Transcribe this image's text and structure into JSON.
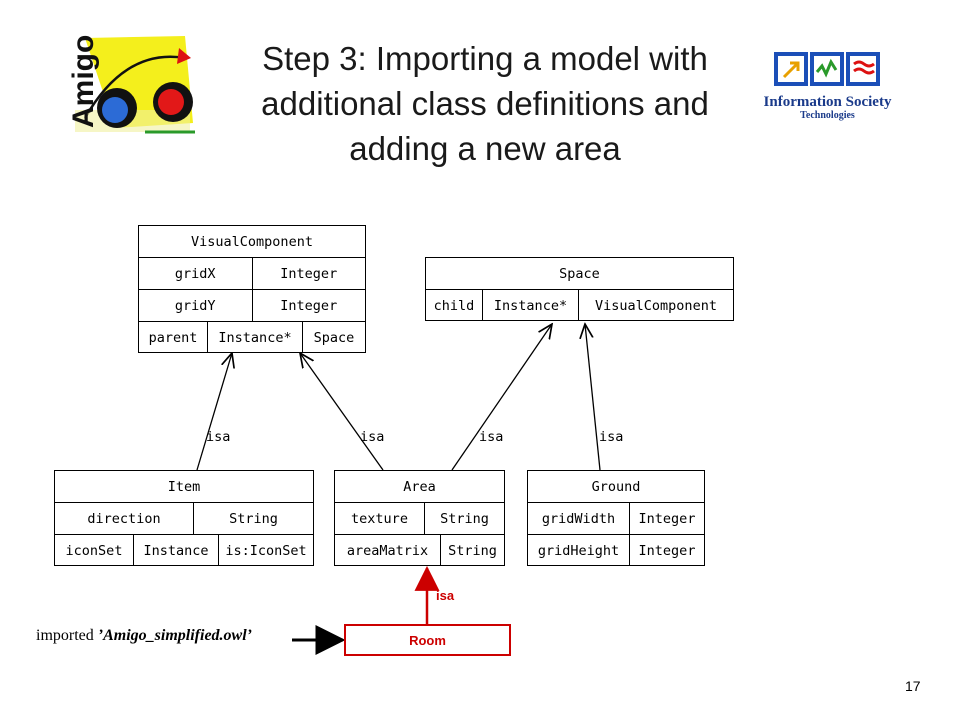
{
  "slide": {
    "title_lines": [
      "Step 3: Importing a model with",
      "additional class definitions and",
      "adding a new area"
    ],
    "page_number": "17",
    "logo_left_text": "Amigo",
    "logo_right_line1": "Information Society",
    "logo_right_line2": "Technologies"
  },
  "classes": {
    "visual_component": {
      "name": "VisualComponent",
      "rows": [
        [
          "gridX",
          "Integer"
        ],
        [
          "gridY",
          "Integer"
        ],
        [
          "parent",
          "Instance*",
          "Space"
        ]
      ]
    },
    "space": {
      "name": "Space",
      "rows": [
        [
          "child",
          "Instance*",
          "VisualComponent"
        ]
      ]
    },
    "item": {
      "name": "Item",
      "rows": [
        [
          "direction",
          "String"
        ],
        [
          "iconSet",
          "Instance",
          "is:IconSet"
        ]
      ]
    },
    "area": {
      "name": "Area",
      "rows": [
        [
          "texture",
          "String"
        ],
        [
          "areaMatrix",
          "String"
        ]
      ]
    },
    "ground": {
      "name": "Ground",
      "rows": [
        [
          "gridWidth",
          "Integer"
        ],
        [
          "gridHeight",
          "Integer"
        ]
      ]
    }
  },
  "relations": {
    "isa_label": "isa",
    "isa_red_label": "isa",
    "room_label": "Room",
    "imported_prefix": "imported ",
    "imported_file": "’Amigo_simplified.owl’"
  },
  "colors": {
    "accent_red": "#cc0000",
    "ink": "#000000"
  }
}
